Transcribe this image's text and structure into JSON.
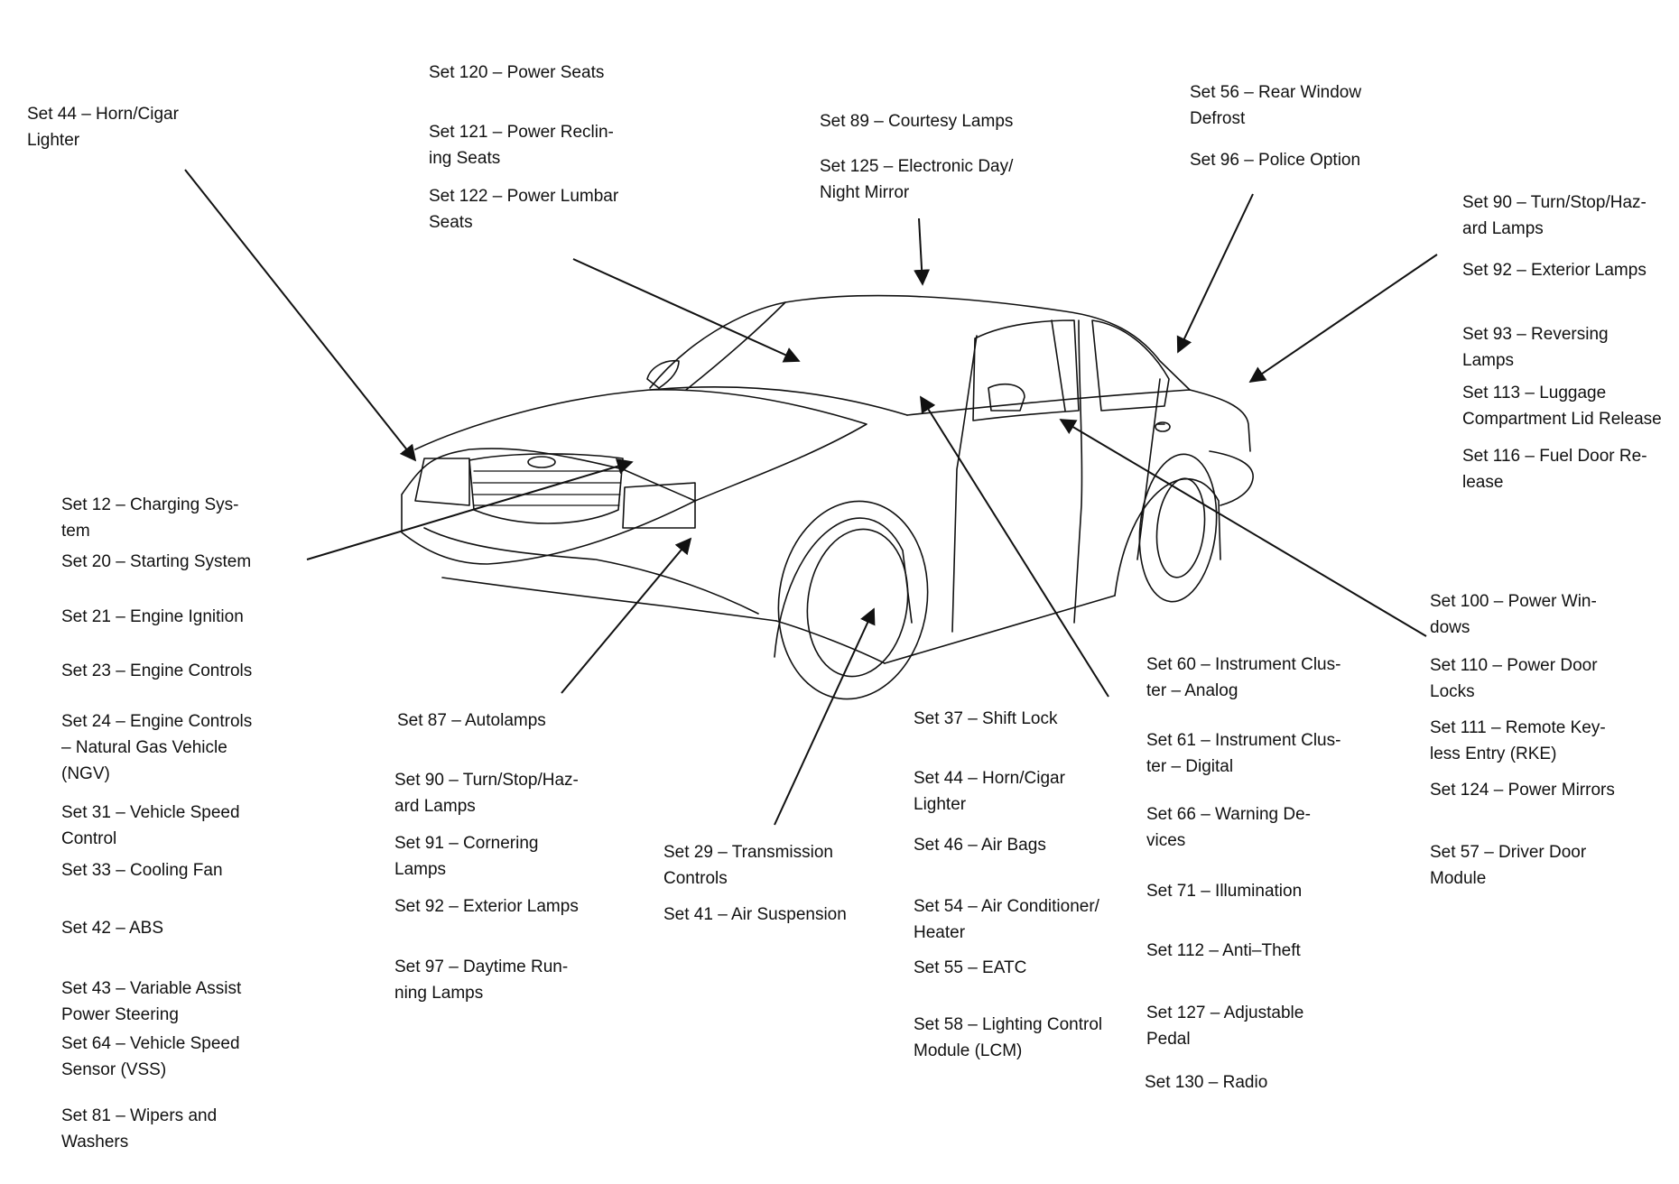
{
  "labels": {
    "horn_top": [
      "Set 44 – Horn/Cigar",
      "Lighter"
    ],
    "power_seats": [
      "Set 120 – Power Seats"
    ],
    "power_reclining": [
      "Set 121 – Power Reclin-",
      "ing Seats"
    ],
    "power_lumbar": [
      "Set 122 – Power Lumbar",
      "Seats"
    ],
    "courtesy_lamps": [
      "Set 89 – Courtesy Lamps"
    ],
    "day_night_mirror": [
      "Set 125 – Electronic Day/",
      "Night Mirror"
    ],
    "rear_defrost": [
      "Set 56 – Rear Window",
      "Defrost"
    ],
    "police_option": [
      "Set 96 – Police Option"
    ],
    "turn_stop_hazard_r": [
      "Set 90 – Turn/Stop/Haz-",
      "ard Lamps"
    ],
    "exterior_lamps_r": [
      "Set 92 – Exterior Lamps"
    ],
    "reversing_lamps": [
      "Set 93 – Reversing",
      "Lamps"
    ],
    "luggage_lid": [
      "Set 113 – Luggage",
      "Compartment Lid Release"
    ],
    "fuel_door": [
      "Set 116 – Fuel Door Re-",
      "lease"
    ],
    "charging": [
      "Set 12 – Charging Sys-",
      "tem"
    ],
    "starting": [
      "Set 20 – Starting System"
    ],
    "ignition": [
      "Set 21 – Engine Ignition"
    ],
    "engine_controls": [
      "Set 23 – Engine Controls"
    ],
    "engine_ngv": [
      "Set 24 – Engine Controls",
      "– Natural Gas Vehicle",
      "(NGV)"
    ],
    "speed_control": [
      "Set 31 – Vehicle Speed",
      "Control"
    ],
    "cooling_fan": [
      "Set 33 – Cooling Fan"
    ],
    "abs": [
      "Set 42 – ABS"
    ],
    "power_steering": [
      "Set 43 – Variable Assist",
      "Power Steering"
    ],
    "vss": [
      "Set 64 – Vehicle Speed",
      "Sensor (VSS)"
    ],
    "wipers": [
      "Set 81 – Wipers and",
      "Washers"
    ],
    "autolamps": [
      "Set 87 – Autolamps"
    ],
    "turn_stop_hazard_b": [
      "Set 90 – Turn/Stop/Haz-",
      "ard Lamps"
    ],
    "cornering": [
      "Set 91 – Cornering",
      "Lamps"
    ],
    "exterior_lamps_b": [
      "Set 92 – Exterior Lamps"
    ],
    "drl": [
      "Set 97 – Daytime Run-",
      "ning Lamps"
    ],
    "transmission": [
      "Set 29 – Transmission",
      "Controls"
    ],
    "air_suspension": [
      "Set 41 – Air Suspension"
    ],
    "shift_lock": [
      "Set 37 – Shift Lock"
    ],
    "horn_bottom": [
      "Set 44 – Horn/Cigar",
      "Lighter"
    ],
    "air_bags": [
      "Set 46 – Air Bags"
    ],
    "ac_heater": [
      "Set 54 – Air Conditioner/",
      "Heater"
    ],
    "eatc": [
      "Set 55 – EATC"
    ],
    "lcm": [
      "Set 58 – Lighting Control",
      "Module (LCM)"
    ],
    "cluster_analog": [
      "Set 60 – Instrument Clus-",
      "ter – Analog"
    ],
    "cluster_digital": [
      "Set 61 – Instrument Clus-",
      "ter – Digital"
    ],
    "warning_devices": [
      "Set 66 – Warning De-",
      "vices"
    ],
    "illumination": [
      "Set 71 – Illumination"
    ],
    "anti_theft": [
      "Set 112 – Anti–Theft"
    ],
    "adjustable_pedal": [
      "Set 127 – Adjustable",
      "Pedal"
    ],
    "radio": [
      "Set 130 – Radio"
    ],
    "power_windows": [
      "Set 100 – Power Win-",
      "dows"
    ],
    "power_door_locks": [
      "Set 110 – Power Door",
      "Locks"
    ],
    "rke": [
      "Set 111 – Remote Key-",
      "less Entry (RKE)"
    ],
    "power_mirrors": [
      "Set 124 – Power Mirrors"
    ],
    "driver_door_module": [
      "Set 57 – Driver Door",
      "Module"
    ]
  }
}
